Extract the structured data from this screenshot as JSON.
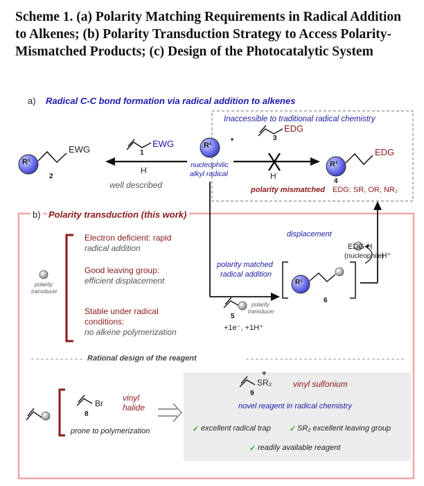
{
  "title": "Scheme 1. (a) Polarity Matching Requirements in Radical Addition to Alkenes; (b) Polarity Transduction Strategy to Access Polarity-Mismatched Products; (c) Design of the Photocatalytic System",
  "part_a": {
    "letter": "a)",
    "heading": "Radical C-C bond formation via radical addition to alkenes",
    "inaccessible": "Inaccessible to traditional  radical chemistry",
    "r1": "R¹",
    "ewg_reagent": "EWG",
    "ewg_number": "1",
    "h_dot_left": "H˙",
    "well_described": "well described",
    "product_ewg": "EWG",
    "product_2": "2",
    "nucleophilic": "nucleophilic",
    "alkyl_radical": "alkyl radical",
    "edg_reagent": "EDG",
    "edg_number": "3",
    "h_dot_right": "H˙",
    "polarity_mismatched": "polarity mismatched",
    "product_edg": "EDG",
    "product_4": "4",
    "edg_list": "EDG: SR, OR, NR₂"
  },
  "part_b": {
    "letter": "b)",
    "heading": "Polarity transduction (this work)",
    "req1_a": "Electron deficient: rapid",
    "req1_b": "radical addition",
    "req2_a": "Good leaving group:",
    "req2_b": "efficient displacement",
    "req3_a": "Stable under radical",
    "req3_b": "conditions:",
    "req3_c": "no alkene polymerization",
    "transducer_a": "polarity",
    "transducer_b": "transducer",
    "displacement": "displacement",
    "minus_h": "-H⁺",
    "edg_h": "EDG-H",
    "nucleophile": "(nucleophile)",
    "matched_a": "polarity matched",
    "matched_b": "radical addition",
    "reagent5_a": "polarity",
    "reagent5_b": "transducer",
    "number_5": "5",
    "number_6": "6",
    "electrons": "+1e⁻, +1H⁺",
    "rational": "Rational design of the reagent"
  },
  "part_c": {
    "br": "Br",
    "number_8": "8",
    "vinyl_halide_a": "vinyl",
    "vinyl_halide_b": "halide",
    "prone": "prone to polymerization",
    "sulfonium_group": "SR₂",
    "plus": "+",
    "number_9": "9",
    "vinyl_sulfonium": "vinyl sulfonium",
    "novel": "novel reagent in radical chemistry",
    "check1": "✓",
    "point1": "excellent radical trap",
    "check2": "✓",
    "point2": "SR₂ excellent leaving group",
    "check3": "✓",
    "point3": "readily available reagent"
  },
  "colors": {
    "radical_blue": "#1a1aa8",
    "dark_red": "#8b1a1a",
    "pink_box": "#f2a7a7",
    "green_check": "#2aa52a",
    "grey_box": "#ececec"
  }
}
